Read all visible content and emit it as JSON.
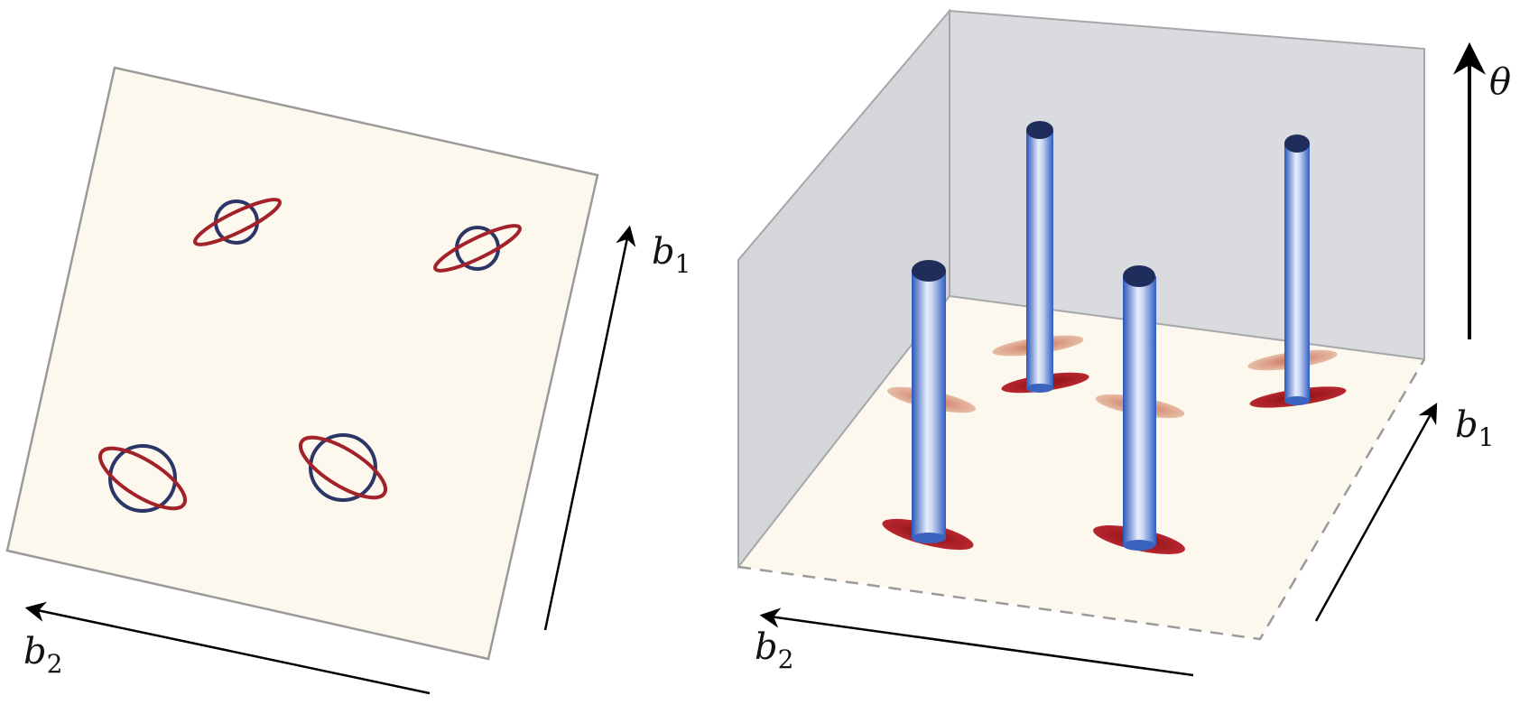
{
  "labels": {
    "left_b1": {
      "main": "b",
      "sub": "1"
    },
    "left_b2": {
      "main": "b",
      "sub": "2"
    },
    "right_b1": {
      "main": "b",
      "sub": "1"
    },
    "right_b2": {
      "main": "b",
      "sub": "2"
    },
    "theta": "θ"
  },
  "colors": {
    "plane_fill": "#fdf8ee",
    "plane_edge": "#9a9a9a",
    "wall_fill": "#d7d9dc",
    "ring_blue": "#2b3566",
    "ring_red": "#a3222a",
    "cylinder_blue": "#3a66c4",
    "cylinder_cap": "#1f2d5a"
  }
}
